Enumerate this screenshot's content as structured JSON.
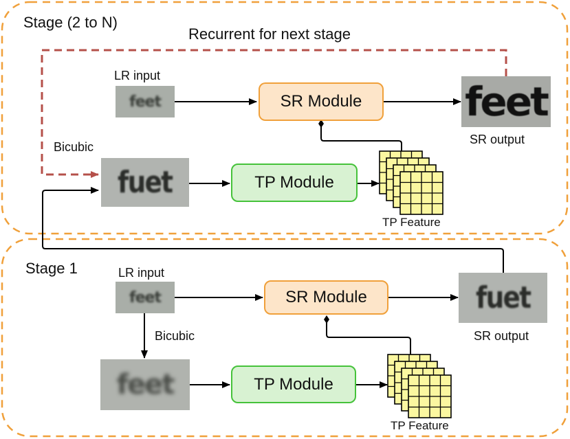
{
  "stage_top": {
    "title": "Stage (2 to N)",
    "recurrent_label": "Recurrent for next stage",
    "lr_input_label": "LR input",
    "bicubic_label": "Bicubic",
    "sr_module_label": "SR Module",
    "tp_module_label": "TP Module",
    "sr_output_label": "SR output",
    "tp_feature_label": "TP Feature",
    "lr_image_text": "feet",
    "bicubic_image_text": "fuet",
    "sr_output_image_text": "feet"
  },
  "stage_bottom": {
    "title": "Stage 1",
    "lr_input_label": "LR input",
    "bicubic_label": "Bicubic",
    "sr_module_label": "SR Module",
    "tp_module_label": "TP Module",
    "sr_output_label": "SR output",
    "tp_feature_label": "TP Feature",
    "lr_image_text": "feet",
    "bicubic_image_text": "feet",
    "sr_output_image_text": "fuet"
  },
  "colors": {
    "stage_border": "#f0a03a",
    "recurrent_arrow": "#b5504a",
    "sr_fill": "#fde5c9",
    "sr_border": "#f0a03a",
    "tp_fill": "#d8f2d2",
    "tp_border": "#45c23a",
    "feature_fill": "#fbf7a0"
  }
}
